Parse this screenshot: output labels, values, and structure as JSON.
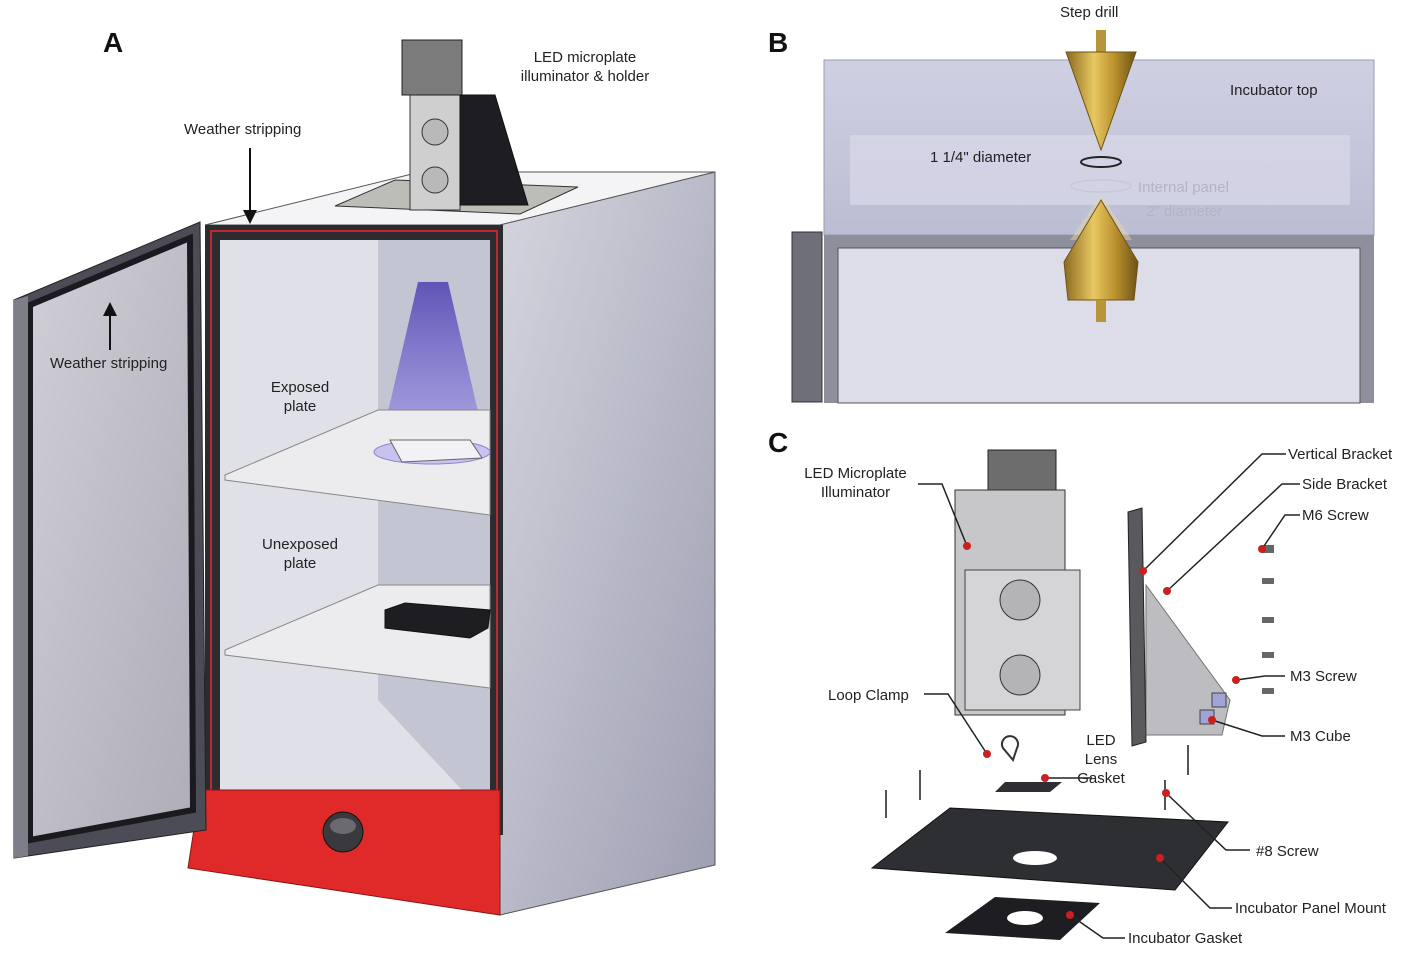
{
  "panels": {
    "a": {
      "letter": "A"
    },
    "b": {
      "letter": "B"
    },
    "c": {
      "letter": "C"
    }
  },
  "labels_a": {
    "led_holder_line1": "LED microplate",
    "led_holder_line2": "illuminator & holder",
    "weather_stripping_top": "Weather stripping",
    "weather_stripping_door": "Weather stripping",
    "exposed_line1": "Exposed",
    "exposed_line2": "plate",
    "unexposed_line1": "Unexposed",
    "unexposed_line2": "plate"
  },
  "labels_b": {
    "step_drill": "Step drill",
    "incubator_top": "Incubator top",
    "diameter_small": "1 1/4\" diameter",
    "internal_panel": "Internal panel",
    "diameter_large": "2\" diameter"
  },
  "labels_c": {
    "led_illuminator_line1": "LED Microplate",
    "led_illuminator_line2": "Illuminator",
    "vertical_bracket": "Vertical Bracket",
    "side_bracket": "Side Bracket",
    "m6_screw": "M6 Screw",
    "m3_screw": "M3 Screw",
    "m3_cube": "M3 Cube",
    "loop_clamp": "Loop Clamp",
    "lens_gasket_line1": "LED",
    "lens_gasket_line2": "Lens",
    "lens_gasket_line3": "Gasket",
    "screw_8": "#8 Screw",
    "panel_mount": "Incubator Panel Mount",
    "incubator_gasket": "Incubator Gasket"
  },
  "colors": {
    "cabinet": "#c8c9d4",
    "door_frame": "#2b2b30",
    "door_red": "#e02a2a",
    "light_cone": "#6f63c8",
    "drill_gold": "#c9a23b",
    "callout_dot": "#cc1f1f",
    "dark_plate": "#2e2f33"
  }
}
